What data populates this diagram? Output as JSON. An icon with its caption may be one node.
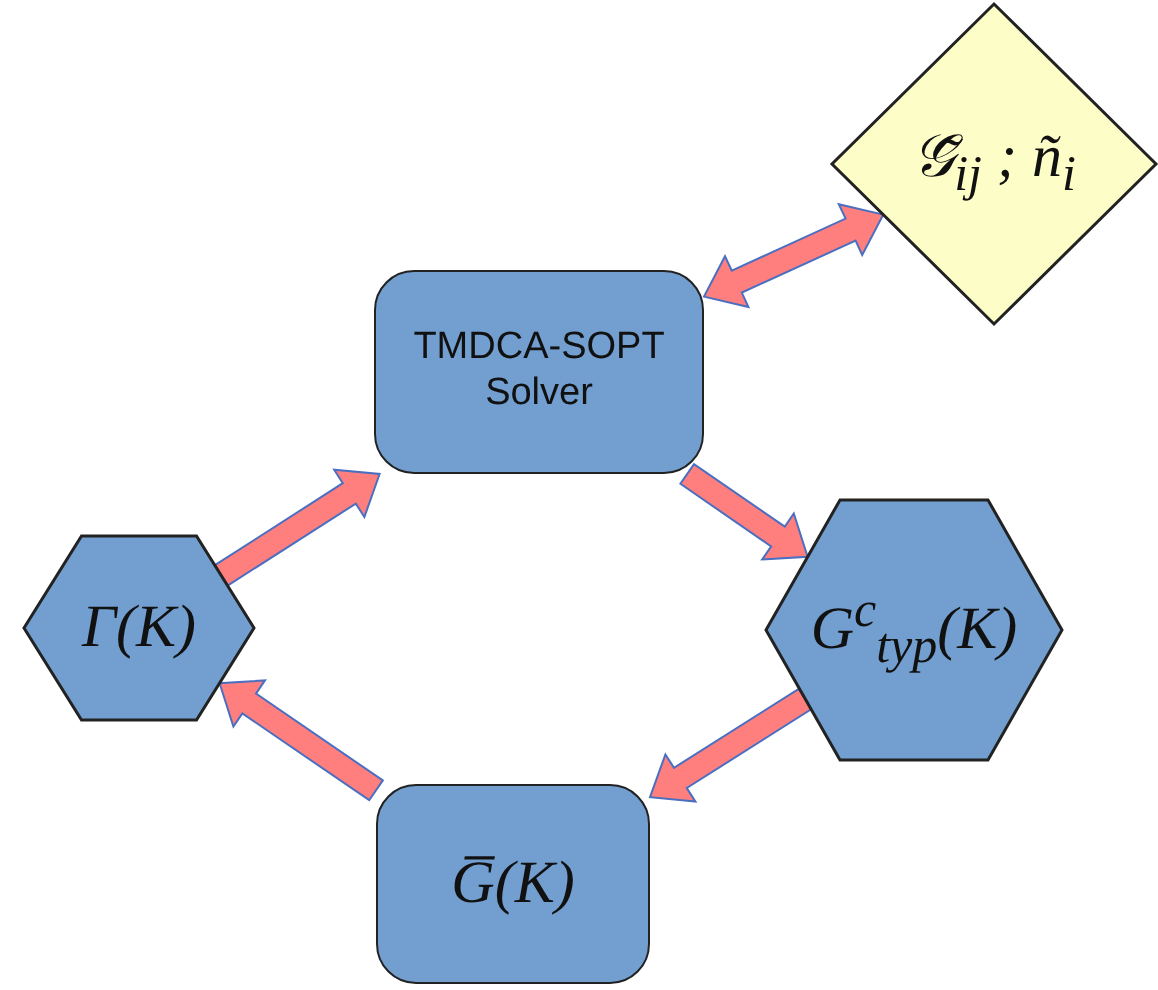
{
  "diagram": {
    "nodes": [
      {
        "text": [
          "TMDCA-SOPT Solver"
        ]
      },
      {
        "text": [
          "𝒢̃$_{ij}$ ; ñ$_{i}$"
        ]
      },
      {
        "text": [
          "G$^{c}$$_{typ}$(K)"
        ]
      },
      {
        "text": [
          "G̅(K)"
        ]
      },
      {
        "text": [
          "Γ(K)"
        ]
      }
    ],
    "edges": [
      {
        "from": 0,
        "to": 1,
        "arrow": "both"
      },
      {
        "from": 0,
        "to": 2,
        "arrow": "to"
      },
      {
        "from": 2,
        "to": 3,
        "arrow": "to"
      },
      {
        "from": 3,
        "to": 4,
        "arrow": "to"
      },
      {
        "from": 4,
        "to": 0,
        "arrow": "to"
      }
    ]
  }
}
